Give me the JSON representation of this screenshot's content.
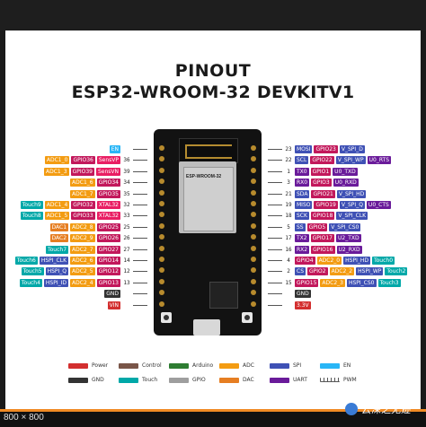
{
  "title_line1": "PINOUT",
  "title_line2": "ESP32-WROOM-32 DEVKITV1",
  "module_label": "ESP-WROOM-32",
  "image_size": "800 × 800",
  "watermark": "云深之无迹",
  "colors": {
    "power": "#d32f2f",
    "gnd": "#333333",
    "control": "#795548",
    "touch": "#00a8a8",
    "arduino": "#2e7d32",
    "gpio": "#9e9e9e",
    "adc": "#f39c12",
    "dac": "#e67e22",
    "spi": "#3f51b5",
    "uart": "#6a1b9a",
    "en": "#29b6f6",
    "cyan": "#00bcd4",
    "magenta": "#c2185b",
    "pink": "#e91e63"
  },
  "left_pins": [
    {
      "labels": [
        {
          "t": "EN",
          "c": "en"
        }
      ],
      "num": ""
    },
    {
      "labels": [
        {
          "t": "ADC1_0",
          "c": "adc"
        },
        {
          "t": "GPIO36",
          "c": "magenta"
        },
        {
          "t": "SensVP",
          "c": "pink"
        }
      ],
      "num": "36"
    },
    {
      "labels": [
        {
          "t": "ADC1_3",
          "c": "adc"
        },
        {
          "t": "GPIO39",
          "c": "magenta"
        },
        {
          "t": "SensVN",
          "c": "pink"
        }
      ],
      "num": "39"
    },
    {
      "labels": [
        {
          "t": "ADC1_6",
          "c": "adc"
        },
        {
          "t": "GPIO34",
          "c": "magenta"
        }
      ],
      "num": "34"
    },
    {
      "labels": [
        {
          "t": "ADC1_7",
          "c": "adc"
        },
        {
          "t": "GPIO35",
          "c": "magenta"
        }
      ],
      "num": "35"
    },
    {
      "labels": [
        {
          "t": "Touch9",
          "c": "touch"
        },
        {
          "t": "ADC1_4",
          "c": "adc"
        },
        {
          "t": "GPIO32",
          "c": "magenta"
        },
        {
          "t": "XTAL32",
          "c": "pink"
        }
      ],
      "num": "32"
    },
    {
      "labels": [
        {
          "t": "Touch8",
          "c": "touch"
        },
        {
          "t": "ADC1_5",
          "c": "adc"
        },
        {
          "t": "GPIO33",
          "c": "magenta"
        },
        {
          "t": "XTAL32",
          "c": "pink"
        }
      ],
      "num": "33"
    },
    {
      "labels": [
        {
          "t": "DAC1",
          "c": "dac"
        },
        {
          "t": "ADC2_8",
          "c": "adc"
        },
        {
          "t": "GPIO25",
          "c": "magenta"
        }
      ],
      "num": "25"
    },
    {
      "labels": [
        {
          "t": "DAC2",
          "c": "dac"
        },
        {
          "t": "ADC2_9",
          "c": "adc"
        },
        {
          "t": "GPIO26",
          "c": "magenta"
        }
      ],
      "num": "26"
    },
    {
      "labels": [
        {
          "t": "Touch7",
          "c": "touch"
        },
        {
          "t": "ADC2_7",
          "c": "adc"
        },
        {
          "t": "GPIO27",
          "c": "magenta"
        }
      ],
      "num": "27"
    },
    {
      "labels": [
        {
          "t": "Touch6",
          "c": "touch"
        },
        {
          "t": "HSPI_CLK",
          "c": "spi"
        },
        {
          "t": "ADC2_6",
          "c": "adc"
        },
        {
          "t": "GPIO14",
          "c": "magenta"
        }
      ],
      "num": "14"
    },
    {
      "labels": [
        {
          "t": "Touch5",
          "c": "touch"
        },
        {
          "t": "HSPI_Q",
          "c": "spi"
        },
        {
          "t": "ADC2_5",
          "c": "adc"
        },
        {
          "t": "GPIO12",
          "c": "magenta"
        }
      ],
      "num": "12"
    },
    {
      "labels": [
        {
          "t": "Touch4",
          "c": "touch"
        },
        {
          "t": "HSPI_ID",
          "c": "spi"
        },
        {
          "t": "ADC2_4",
          "c": "adc"
        },
        {
          "t": "GPIO13",
          "c": "magenta"
        }
      ],
      "num": "13"
    },
    {
      "labels": [
        {
          "t": "GND",
          "c": "gnd"
        }
      ],
      "num": ""
    },
    {
      "labels": [
        {
          "t": "VIN",
          "c": "power"
        }
      ],
      "num": ""
    }
  ],
  "right_pins": [
    {
      "labels": [
        {
          "t": "MOSI",
          "c": "spi"
        },
        {
          "t": "GPIO23",
          "c": "magenta"
        },
        {
          "t": "V_SPI_D",
          "c": "spi"
        }
      ],
      "num": "23"
    },
    {
      "labels": [
        {
          "t": "SCL",
          "c": "spi"
        },
        {
          "t": "GPIO22",
          "c": "magenta"
        },
        {
          "t": "V_SPI_WP",
          "c": "spi"
        },
        {
          "t": "U0_RTS",
          "c": "uart"
        }
      ],
      "num": "22"
    },
    {
      "labels": [
        {
          "t": "TX0",
          "c": "uart"
        },
        {
          "t": "GPIO1",
          "c": "magenta"
        },
        {
          "t": "U0_TXD",
          "c": "uart"
        }
      ],
      "num": "1"
    },
    {
      "labels": [
        {
          "t": "RX0",
          "c": "uart"
        },
        {
          "t": "GPIO3",
          "c": "magenta"
        },
        {
          "t": "U0_RXD",
          "c": "uart"
        }
      ],
      "num": "3"
    },
    {
      "labels": [
        {
          "t": "SDA",
          "c": "spi"
        },
        {
          "t": "GPIO21",
          "c": "magenta"
        },
        {
          "t": "V_SPI_HD",
          "c": "spi"
        }
      ],
      "num": "21"
    },
    {
      "labels": [
        {
          "t": "MISO",
          "c": "spi"
        },
        {
          "t": "GPIO19",
          "c": "magenta"
        },
        {
          "t": "V_SPI_Q",
          "c": "spi"
        },
        {
          "t": "U0_CTS",
          "c": "uart"
        }
      ],
      "num": "19"
    },
    {
      "labels": [
        {
          "t": "SCK",
          "c": "spi"
        },
        {
          "t": "GPIO18",
          "c": "magenta"
        },
        {
          "t": "V_SPI_CLK",
          "c": "spi"
        }
      ],
      "num": "18"
    },
    {
      "labels": [
        {
          "t": "SS",
          "c": "spi"
        },
        {
          "t": "GPIO5",
          "c": "magenta"
        },
        {
          "t": "V_SPI_CS0",
          "c": "spi"
        }
      ],
      "num": "5"
    },
    {
      "labels": [
        {
          "t": "TX2",
          "c": "uart"
        },
        {
          "t": "GPIO17",
          "c": "magenta"
        },
        {
          "t": "U2_TXD",
          "c": "uart"
        }
      ],
      "num": "17"
    },
    {
      "labels": [
        {
          "t": "RX2",
          "c": "uart"
        },
        {
          "t": "GPIO16",
          "c": "magenta"
        },
        {
          "t": "U2_RXD",
          "c": "uart"
        }
      ],
      "num": "16"
    },
    {
      "labels": [
        {
          "t": "GPIO4",
          "c": "magenta"
        },
        {
          "t": "ADC2_0",
          "c": "adc"
        },
        {
          "t": "HSPI_HD",
          "c": "spi"
        },
        {
          "t": "Touch0",
          "c": "touch"
        }
      ],
      "num": "4"
    },
    {
      "labels": [
        {
          "t": "CS",
          "c": "spi"
        },
        {
          "t": "GPIO2",
          "c": "magenta"
        },
        {
          "t": "ADC2_2",
          "c": "adc"
        },
        {
          "t": "HSPI_WP",
          "c": "spi"
        },
        {
          "t": "Touch2",
          "c": "touch"
        }
      ],
      "num": "2"
    },
    {
      "labels": [
        {
          "t": "GPIO15",
          "c": "magenta"
        },
        {
          "t": "ADC2_3",
          "c": "adc"
        },
        {
          "t": "HSPI_CS0",
          "c": "spi"
        },
        {
          "t": "Touch3",
          "c": "touch"
        }
      ],
      "num": "15"
    },
    {
      "labels": [
        {
          "t": "GND",
          "c": "gnd"
        }
      ],
      "num": ""
    },
    {
      "labels": [
        {
          "t": "3.3V",
          "c": "power"
        }
      ],
      "num": ""
    }
  ],
  "legend": [
    {
      "label": "Power",
      "c": "power"
    },
    {
      "label": "Control",
      "c": "control"
    },
    {
      "label": "Arduino",
      "c": "arduino"
    },
    {
      "label": "ADC",
      "c": "adc"
    },
    {
      "label": "SPI",
      "c": "spi"
    },
    {
      "label": "EN",
      "c": "en"
    },
    {
      "label": "GND",
      "c": "gnd"
    },
    {
      "label": "Touch",
      "c": "touch"
    },
    {
      "label": "GPIO",
      "c": "gpio"
    },
    {
      "label": "DAC",
      "c": "dac"
    },
    {
      "label": "UART",
      "c": "uart"
    },
    {
      "label": "PWM",
      "c": "pwm"
    }
  ]
}
